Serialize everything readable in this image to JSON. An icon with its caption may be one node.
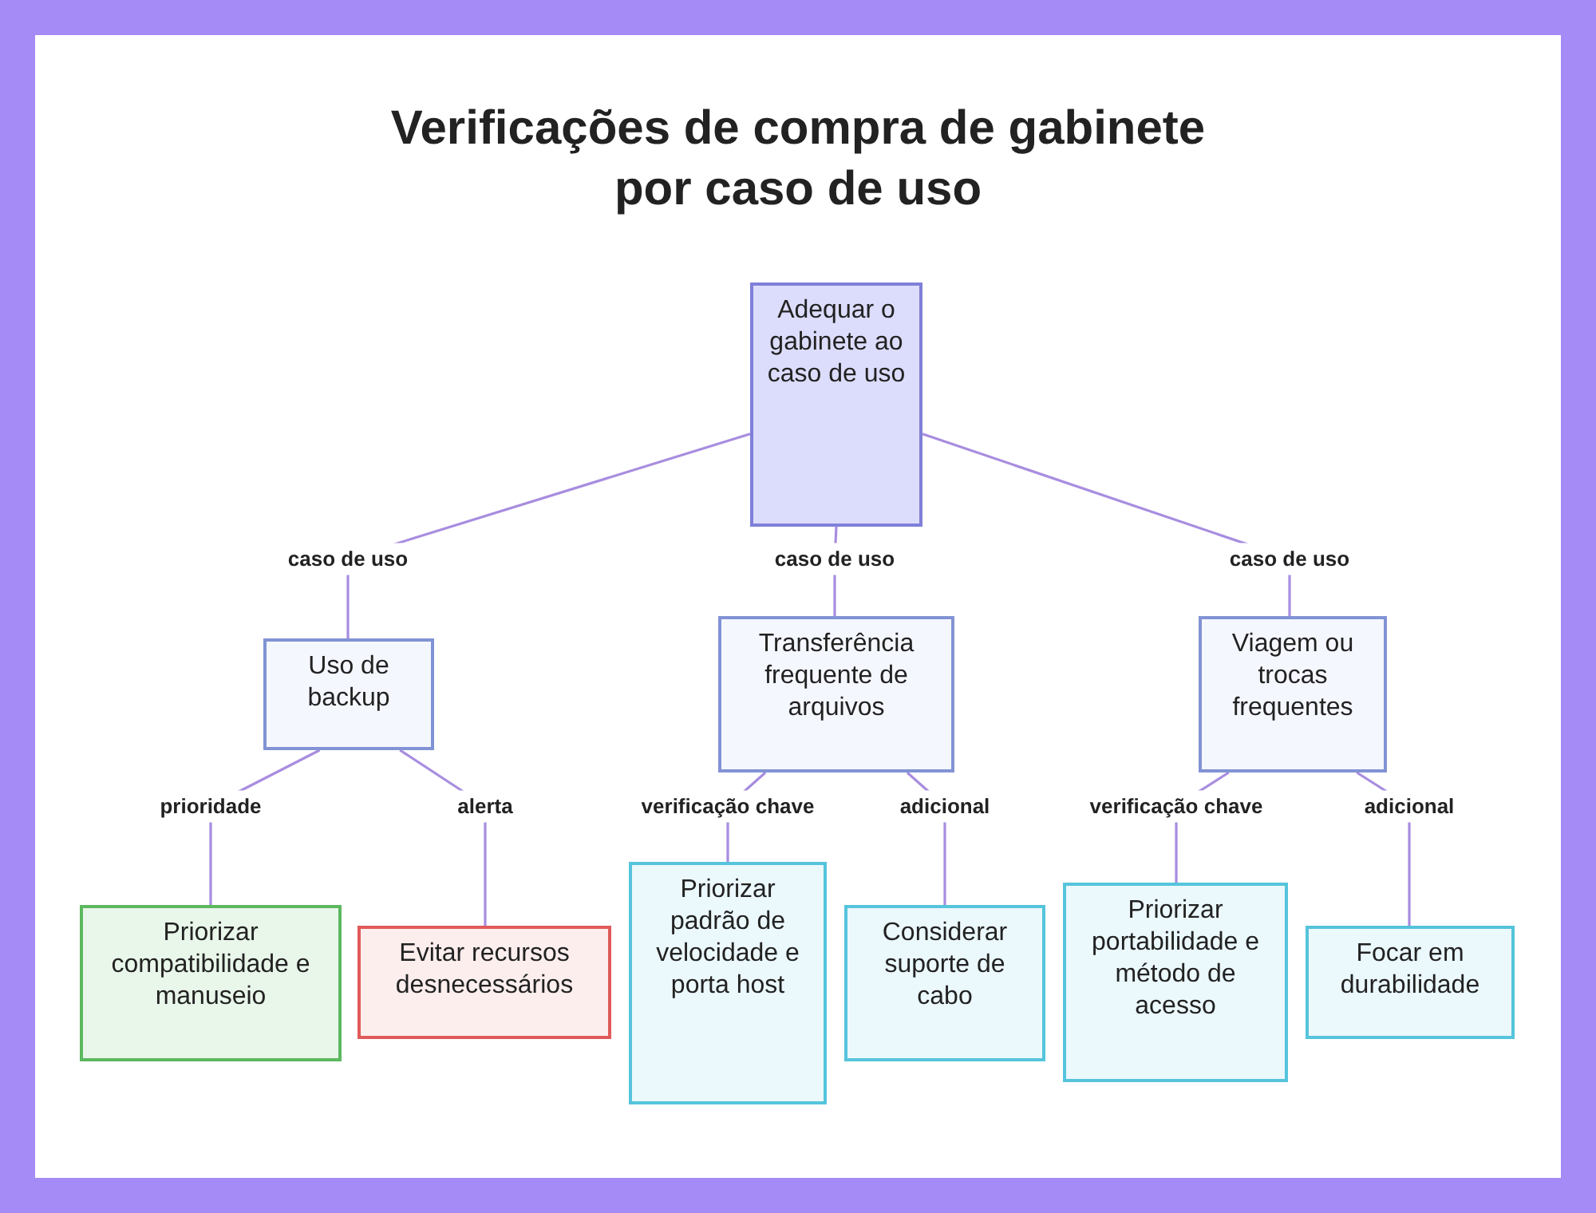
{
  "diagram": {
    "title": "Verificações de compra de gabinete por caso de uso",
    "nodes": [
      {
        "text": [
          "Adequar o gabinete ao caso de uso"
        ]
      },
      {
        "text": [
          "Uso de backup"
        ]
      },
      {
        "text": [
          "Transferência frequente de arquivos"
        ]
      },
      {
        "text": [
          "Viagem ou trocas frequentes"
        ]
      },
      {
        "text": [
          "Priorizar compatibilidade e manuseio"
        ]
      },
      {
        "text": [
          "Evitar recursos desnecessários"
        ]
      },
      {
        "text": [
          "Priorizar padrão de velocidade e porta host"
        ]
      },
      {
        "text": [
          "Considerar suporte de cabo"
        ]
      },
      {
        "text": [
          "Priorizar portabilidade e método de acesso"
        ]
      },
      {
        "text": [
          "Focar em durabilidade"
        ]
      }
    ],
    "edges": [
      {
        "from": 0,
        "to": 1,
        "arrow": "none",
        "label": "caso de uso"
      },
      {
        "from": 0,
        "to": 2,
        "arrow": "none",
        "label": "caso de uso"
      },
      {
        "from": 0,
        "to": 3,
        "arrow": "none",
        "label": "caso de uso"
      },
      {
        "from": 1,
        "to": 4,
        "arrow": "none",
        "label": "prioridade"
      },
      {
        "from": 1,
        "to": 5,
        "arrow": "none",
        "label": "alerta"
      },
      {
        "from": 2,
        "to": 6,
        "arrow": "none",
        "label": "verificação chave"
      },
      {
        "from": 2,
        "to": 7,
        "arrow": "none",
        "label": "adicional"
      },
      {
        "from": 3,
        "to": 8,
        "arrow": "none",
        "label": "verificação chave"
      },
      {
        "from": 3,
        "to": 9,
        "arrow": "none",
        "label": "adicional"
      }
    ]
  }
}
